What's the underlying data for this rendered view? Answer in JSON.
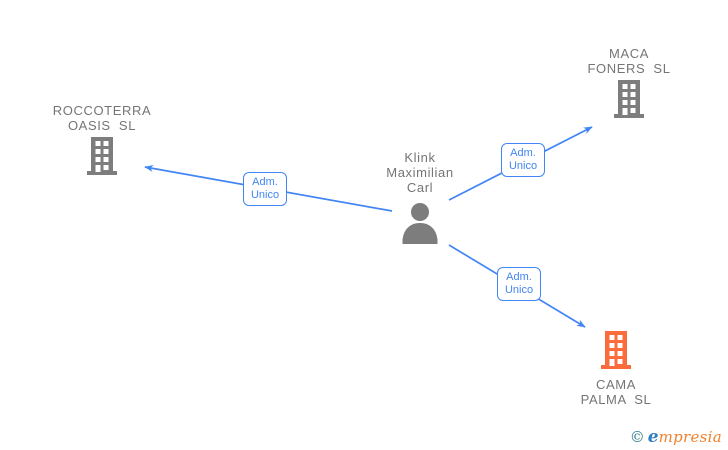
{
  "colors": {
    "edge_blue": "#4285F4",
    "company_gray": "#7d7d7d",
    "text_gray": "#757575",
    "highlight_orange": "#FA6C3C",
    "logo_teal": "#2E7F8B",
    "logo_orange": "#F0812C",
    "logo_blue": "#2E7EC0"
  },
  "diagram": {
    "person": {
      "name_line1": "Klink",
      "name_line2": "Maximilian",
      "name_line3": "Carl",
      "icon": "person-icon"
    },
    "companies": {
      "roccoterra": {
        "name_line1": "ROCCOTERRA",
        "name_line2": "OASIS SL",
        "icon": "building-icon",
        "color": "#7d7d7d"
      },
      "maca": {
        "name_line1": "MACA",
        "name_line2": "FONERS SL",
        "icon": "building-icon",
        "color": "#7d7d7d"
      },
      "cama": {
        "name_line1": "CAMA",
        "name_line2": "PALMA SL",
        "icon": "building-icon",
        "color": "#FA6C3C"
      }
    },
    "edges": [
      {
        "from": "Klink Maximilian Carl",
        "to": "ROCCOTERRA OASIS SL",
        "label_line1": "Adm.",
        "label_line2": "Unico"
      },
      {
        "from": "Klink Maximilian Carl",
        "to": "MACA FONERS SL",
        "label_line1": "Adm.",
        "label_line2": "Unico"
      },
      {
        "from": "Klink Maximilian Carl",
        "to": "CAMA PALMA SL",
        "label_line1": "Adm.",
        "label_line2": "Unico"
      }
    ]
  },
  "footer": {
    "copyright_symbol": "©",
    "brand_first_letter": "e",
    "brand_rest": "mpresia"
  }
}
